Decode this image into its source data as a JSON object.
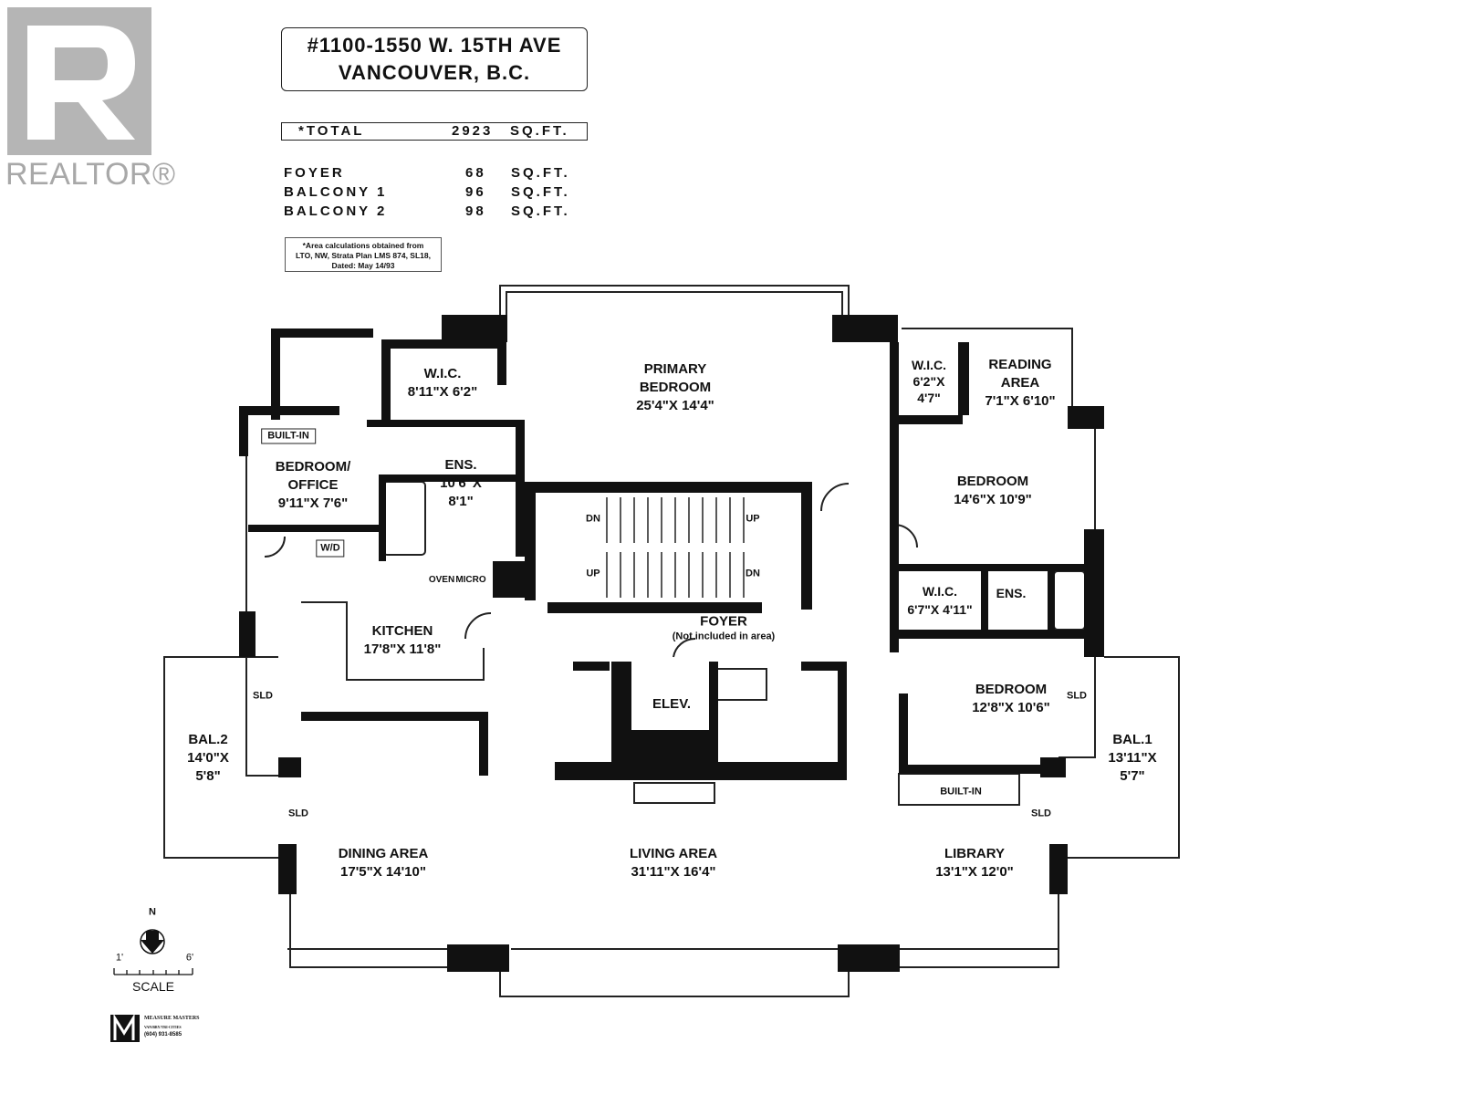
{
  "branding": {
    "realtor_logo_text": "REALTOR®"
  },
  "header": {
    "address_line1": "#1100-1550 W. 15TH AVE",
    "address_line2": "VANCOUVER, B.C."
  },
  "areas": {
    "total": {
      "label": "*TOTAL",
      "value": "2923",
      "unit": "SQ.FT."
    },
    "items": [
      {
        "label": "FOYER",
        "value": "68",
        "unit": "SQ.FT."
      },
      {
        "label": "BALCONY 1",
        "value": "96",
        "unit": "SQ.FT."
      },
      {
        "label": "BALCONY 2",
        "value": "98",
        "unit": "SQ.FT."
      }
    ],
    "note": [
      "*Area calculations obtained from",
      "LTO, NW, Strata Plan LMS 874, SL18,",
      "Dated: May 14/93"
    ]
  },
  "rooms": {
    "wic1": {
      "name": "W.I.C.",
      "dims": "8'11\"X 6'2\""
    },
    "primary": {
      "name": "PRIMARY",
      "name2": "BEDROOM",
      "dims": "25'4\"X 14'4\""
    },
    "wic2": {
      "name": "W.I.C.",
      "dims": "6'2\"X",
      "dims2": "4'7\""
    },
    "reading": {
      "name": "READING",
      "name2": "AREA",
      "dims": "7'1\"X 6'10\""
    },
    "builtin1": {
      "name": "BUILT-IN"
    },
    "office": {
      "name": "BEDROOM/",
      "name2": "OFFICE",
      "dims": "9'11\"X 7'6\""
    },
    "ens1": {
      "name": "ENS.",
      "dims": "10'6\"X",
      "dims2": "8'1\""
    },
    "bedroom2": {
      "name": "BEDROOM",
      "dims": "14'6\"X 10'9\""
    },
    "wd": {
      "name": "W/D"
    },
    "oven": {
      "name": "OVEN"
    },
    "micro": {
      "name": "MICRO"
    },
    "wic3": {
      "name": "W.I.C.",
      "dims": "6'7\"X 4'11\""
    },
    "ens2": {
      "name": "ENS."
    },
    "kitchen": {
      "name": "KITCHEN",
      "dims": "17'8\"X 11'8\""
    },
    "foyer": {
      "name": "FOYER",
      "note": "(Not included in area)"
    },
    "elev": {
      "name": "ELEV."
    },
    "bedroom3": {
      "name": "BEDROOM",
      "dims": "12'8\"X 10'6\""
    },
    "bal2": {
      "name": "BAL.2",
      "dims": "14'0\"X",
      "dims2": "5'8\""
    },
    "bal1": {
      "name": "BAL.1",
      "dims": "13'11\"X",
      "dims2": "5'7\""
    },
    "builtin2": {
      "name": "BUILT-IN"
    },
    "dining": {
      "name": "DINING AREA",
      "dims": "17'5\"X 14'10\""
    },
    "living": {
      "name": "LIVING AREA",
      "dims": "31'11\"X 16'4\""
    },
    "library": {
      "name": "LIBRARY",
      "dims": "13'1\"X 12'0\""
    }
  },
  "stairs": {
    "dn": "DN",
    "up": "UP"
  },
  "doors": {
    "sld": "SLD"
  },
  "legend": {
    "north": "N",
    "scale_start": "1'",
    "scale_end": "6'",
    "scale_label": "SCALE",
    "company": "MEASURE MASTERS",
    "company_sub": "VAN/BBY/TRI-CITIES",
    "phone": "(604) 931-8585"
  }
}
